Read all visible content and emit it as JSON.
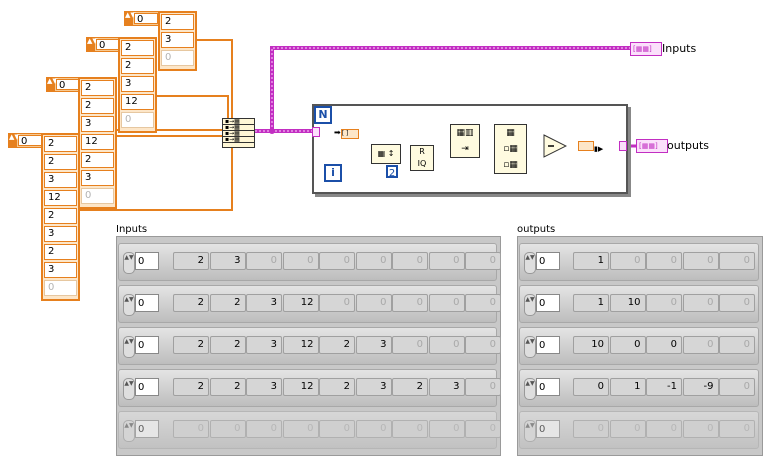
{
  "diagram": {
    "constants": [
      {
        "index": "0",
        "values": [
          "2",
          "3",
          "0"
        ]
      },
      {
        "index": "0",
        "values": [
          "2",
          "2",
          "3",
          "12",
          "0"
        ]
      },
      {
        "index": "0",
        "values": [
          "2",
          "2",
          "3",
          "12",
          "2",
          "3",
          "0"
        ]
      },
      {
        "index": "0",
        "values": [
          "2",
          "2",
          "3",
          "12",
          "2",
          "3",
          "2",
          "3",
          "0"
        ]
      }
    ],
    "loop_count_label": "N",
    "loop_iter_label": "i",
    "constant_two": "2",
    "inputs_terminal_label": "Inputs",
    "outputs_terminal_label": "outputs"
  },
  "front_panel": {
    "inputs": {
      "label": "Inputs",
      "rows": [
        {
          "index": "0",
          "values": [
            "2",
            "3",
            "0",
            "0",
            "0",
            "0",
            "0",
            "0",
            "0"
          ]
        },
        {
          "index": "0",
          "values": [
            "2",
            "2",
            "3",
            "12",
            "0",
            "0",
            "0",
            "0",
            "0"
          ]
        },
        {
          "index": "0",
          "values": [
            "2",
            "2",
            "3",
            "12",
            "2",
            "3",
            "0",
            "0",
            "0"
          ]
        },
        {
          "index": "0",
          "values": [
            "2",
            "2",
            "3",
            "12",
            "2",
            "3",
            "2",
            "3",
            "0"
          ]
        },
        {
          "index": "0",
          "values": [
            "0",
            "0",
            "0",
            "0",
            "0",
            "0",
            "0",
            "0",
            "0"
          ]
        }
      ],
      "dim_from": [
        2,
        4,
        6,
        8,
        0
      ]
    },
    "outputs": {
      "label": "outputs",
      "rows": [
        {
          "index": "0",
          "values": [
            "1",
            "0",
            "0",
            "0",
            "0"
          ]
        },
        {
          "index": "0",
          "values": [
            "1",
            "10",
            "0",
            "0",
            "0"
          ]
        },
        {
          "index": "0",
          "values": [
            "10",
            "0",
            "0",
            "0",
            "0"
          ]
        },
        {
          "index": "0",
          "values": [
            "0",
            "1",
            "-1",
            "-9",
            "0"
          ]
        },
        {
          "index": "0",
          "values": [
            "0",
            "0",
            "0",
            "0",
            "0"
          ]
        }
      ],
      "dim_from": [
        1,
        2,
        3,
        4,
        0
      ]
    }
  },
  "colors": {
    "int_wire": "#e6801e",
    "array_wire": "#c22ec2",
    "loop_border": "#1b4fa8"
  }
}
